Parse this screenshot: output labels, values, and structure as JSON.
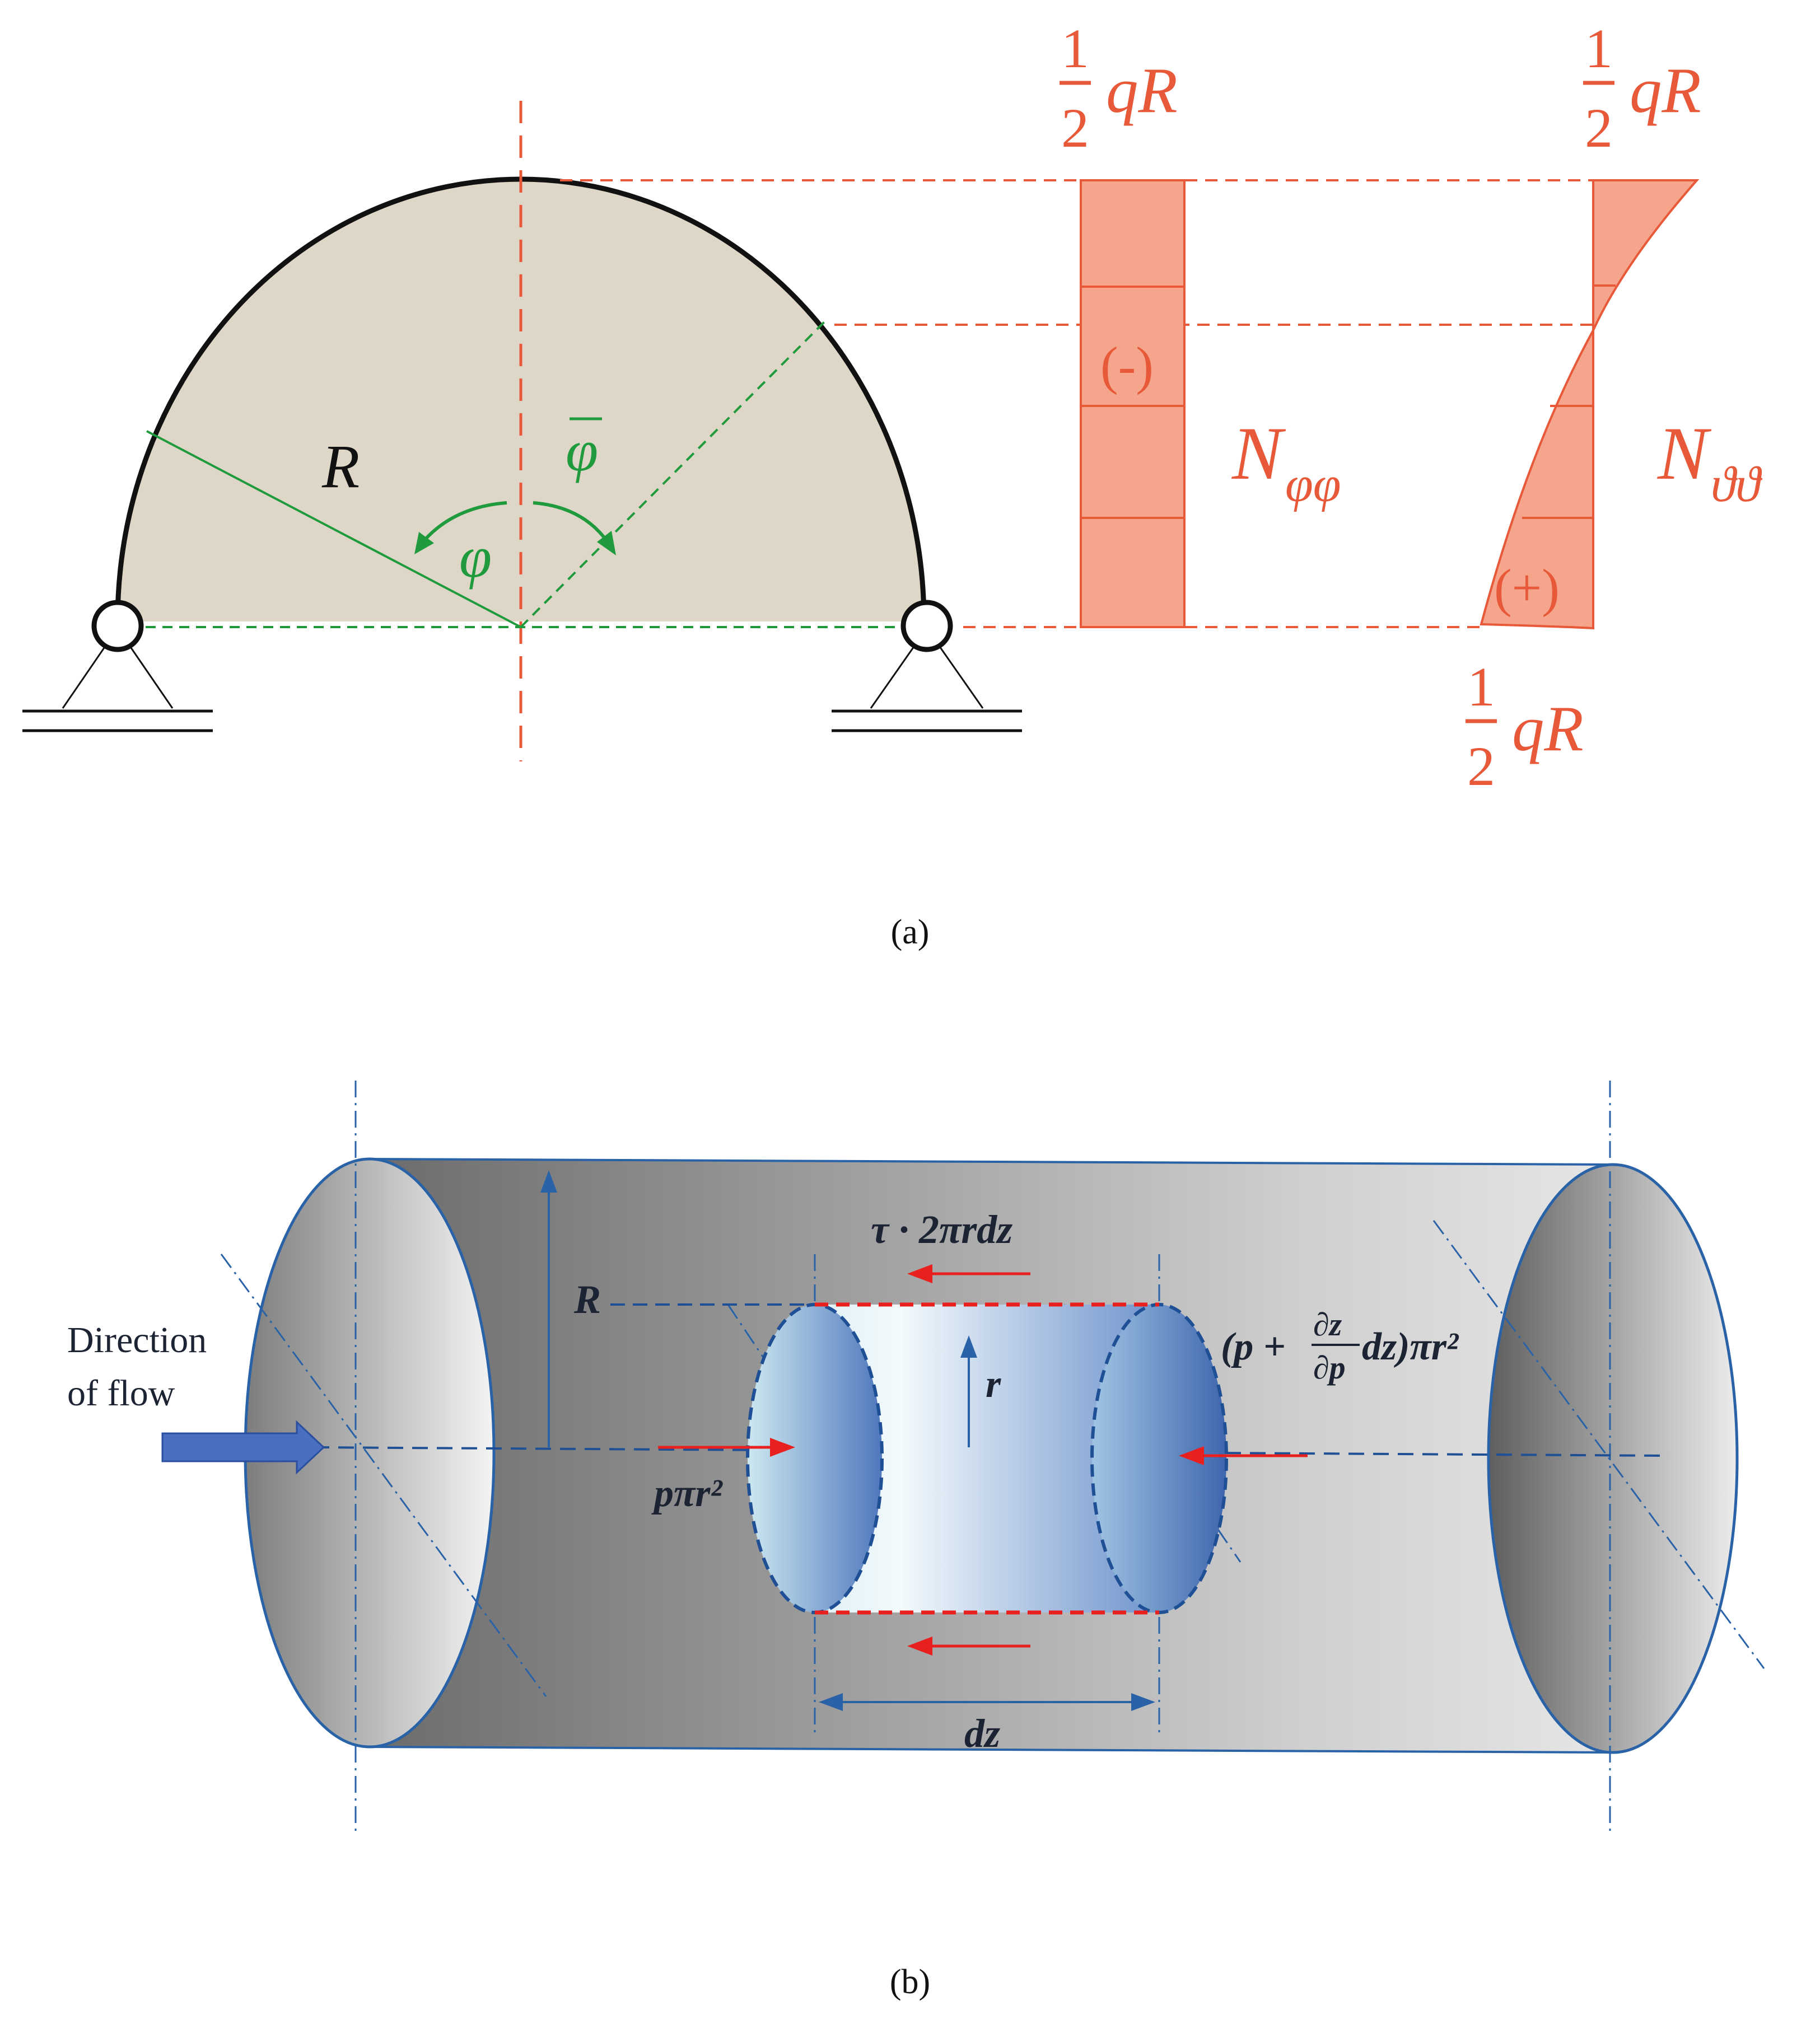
{
  "panel_a": {
    "caption": "(a)",
    "radius_label": "R",
    "angle_phi_label": "φ",
    "angle_phibar_label": "φ",
    "n_phiphi": {
      "main": "N",
      "sub": "φφ"
    },
    "n_thetatheta": {
      "main": "N",
      "sub": "ϑϑ"
    },
    "sign_minus": "(-)",
    "sign_plus": "(+)",
    "frac_num": "1",
    "frac_den": "2",
    "qr": "qR",
    "colors": {
      "orange": "#e8593a",
      "fill": "#f4a58c",
      "dome": "#ded7c8",
      "green": "#1f9a3c"
    }
  },
  "panel_b": {
    "caption": "(b)",
    "flow_line1": "Direction",
    "flow_line2": "of flow",
    "shear_label": "τ · 2πrdz",
    "R_label": "R",
    "r_label": "r",
    "p_label": "pπr²",
    "pressure_open": "(p +",
    "pressure_num": "∂z",
    "pressure_den": "∂p",
    "pressure_close": "dz)πr²",
    "dz_label": "dz",
    "colors": {
      "blue": "#2a62a8",
      "red": "#e8201e",
      "arrow": "#4a6fc1"
    }
  }
}
